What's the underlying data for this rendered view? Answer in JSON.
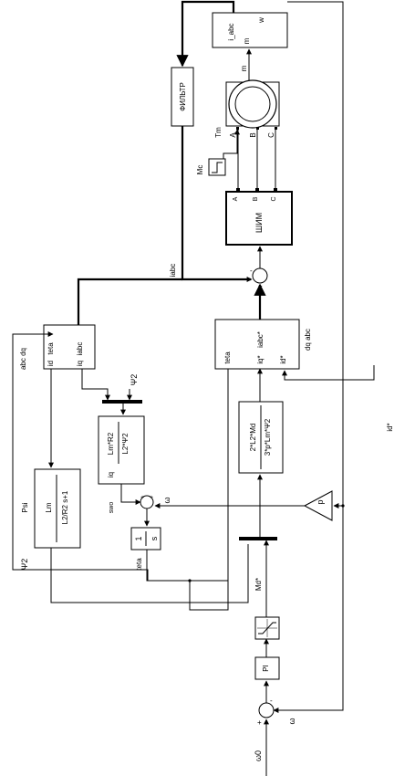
{
  "motor": {
    "sensor_in": "i_abc",
    "sensor_out": "w",
    "sensor_m": "m",
    "m_label": "m",
    "tm_label": "Tm",
    "phase_a": "A",
    "phase_b": "B",
    "phase_c": "C",
    "mc_label": "Mc"
  },
  "filter": {
    "label": "ФИЛЬТР"
  },
  "pwm": {
    "label": "ШИМ",
    "port_a": "A",
    "port_b": "B",
    "port_c": "C"
  },
  "signals": {
    "iabc": "iabc",
    "iabc_star": "iabc*",
    "iq_star": "iq*",
    "id_star": "id*",
    "id_star_input": "id*",
    "psi2": "Ψ2",
    "psi2_out": "Ψ2",
    "swo": "swo",
    "teta": "teta",
    "omega": "ω",
    "omega_fb": "ω",
    "omega0": "ω0",
    "md_star": "Md*",
    "psi": "Psi",
    "p_gain": "p"
  },
  "blocks": {
    "abc_dq_title": "abc dq",
    "abc_dq_teta": "teta",
    "abc_dq_iabc": "iabc",
    "abc_dq_id": "id",
    "abc_dq_iq": "iq",
    "dq_abc_title": "dq abc",
    "dq_abc_teta": "teta",
    "flux_num": "Lm",
    "flux_den": "L2/R2 s+1",
    "slip_num": "Lm*R2",
    "slip_den": "L2*Ψ2",
    "slip_iq": "iq",
    "iq_num": "2*L2*Md",
    "iq_den": "3*p*Lm*Ψ2",
    "integ_num": "1",
    "integ_den": "s",
    "pi": "PI"
  },
  "sums": {
    "cur_plus": "+",
    "cur_minus": "-",
    "slip_plus1": "+",
    "slip_plus2": "+",
    "spd_plus": "+",
    "spd_minus": "-"
  }
}
